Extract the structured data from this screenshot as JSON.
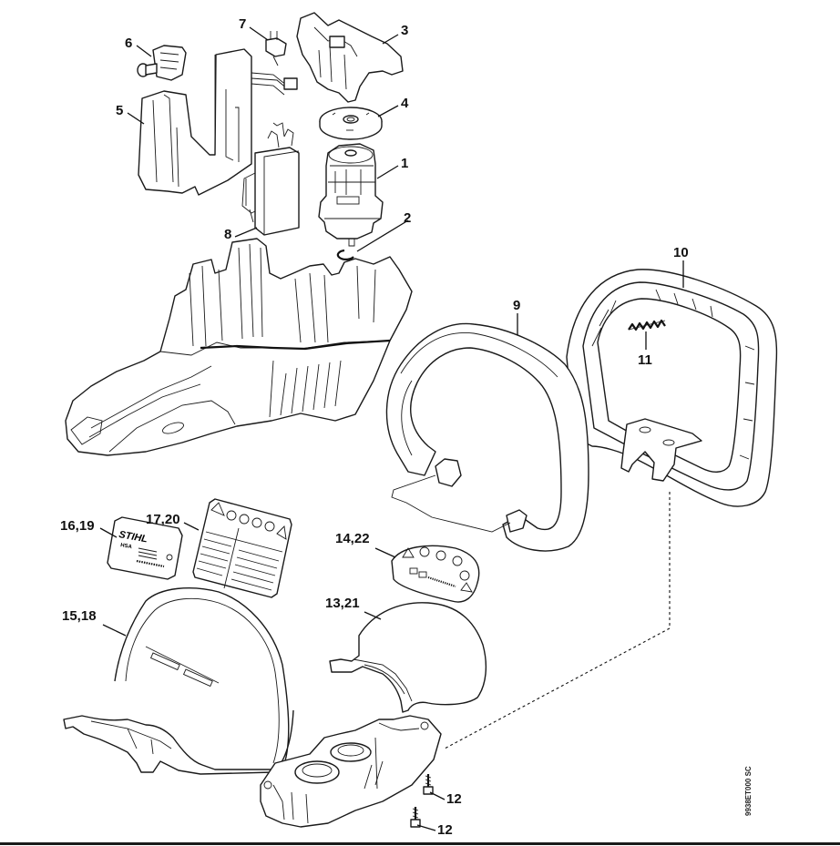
{
  "diagram": {
    "type": "exploded-parts-diagram",
    "drawing_code": "9938ET000 SC",
    "brand_on_labels": "STIHL",
    "model_on_label": "HSA",
    "callouts": [
      {
        "id": "1",
        "label": "1",
        "part": "motor"
      },
      {
        "id": "2",
        "label": "2",
        "part": "retaining-ring"
      },
      {
        "id": "3",
        "label": "3",
        "part": "motor-cover"
      },
      {
        "id": "4",
        "label": "4",
        "part": "washer-disc"
      },
      {
        "id": "5",
        "label": "5",
        "part": "control-board-housing"
      },
      {
        "id": "6",
        "label": "6",
        "part": "switch"
      },
      {
        "id": "7",
        "label": "7",
        "part": "contact-terminal"
      },
      {
        "id": "8",
        "label": "8",
        "part": "electronic-module"
      },
      {
        "id": "9",
        "label": "9",
        "part": "front-handle"
      },
      {
        "id": "10",
        "label": "10",
        "part": "handle-guard-frame"
      },
      {
        "id": "11",
        "label": "11",
        "part": "compression-spring"
      },
      {
        "id": "12a",
        "label": "12",
        "part": "screw"
      },
      {
        "id": "12b",
        "label": "12",
        "part": "screw"
      },
      {
        "id": "13,21",
        "label": "13,21",
        "part": "housing-shell-small"
      },
      {
        "id": "14,22",
        "label": "14,22",
        "part": "warning-label-small"
      },
      {
        "id": "15,18",
        "label": "15,18",
        "part": "housing-shell-large"
      },
      {
        "id": "16,19",
        "label": "16,19",
        "part": "model-plate"
      },
      {
        "id": "17,20",
        "label": "17,20",
        "part": "warning-label-large"
      }
    ]
  }
}
